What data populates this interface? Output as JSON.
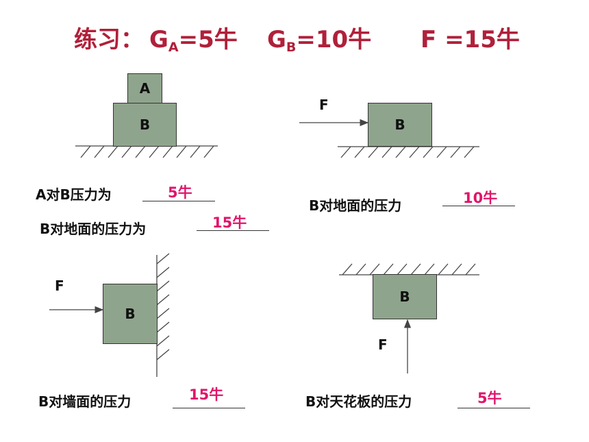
{
  "title": {
    "prefix": "练习：",
    "ga_g": "G",
    "ga_sub": "A",
    "ga_val": "=5牛",
    "gb_g": "G",
    "gb_sub": "B",
    "gb_val": "=10牛",
    "f": "F =15牛"
  },
  "diagram1": {
    "block_a": "A",
    "block_b": "B",
    "q1": "A对B压力为",
    "a1": "5牛",
    "q2": "B对地面的压力为",
    "a2": "15牛"
  },
  "diagram2": {
    "force": "F",
    "block": "B",
    "q": "B对地面的压力",
    "a": "10牛"
  },
  "diagram3": {
    "force": "F",
    "block": "B",
    "q": "B对墙面的压力",
    "a": "15牛"
  },
  "diagram4": {
    "force": "F",
    "block": "B",
    "q": "B对天花板的压力",
    "a": "5牛"
  },
  "colors": {
    "title": "#b0203a",
    "answer": "#e0156a",
    "block": "#8fa48c"
  }
}
